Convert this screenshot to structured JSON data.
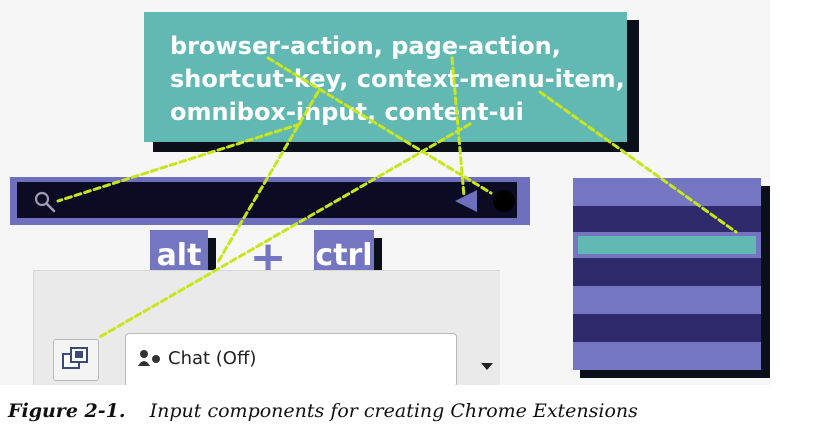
{
  "labels": {
    "line1": "browser-action, page-action,",
    "line2": "shortcut-key, context-menu-item,",
    "line3": "omnibox-input, content-ui"
  },
  "keys": {
    "alt": "alt",
    "plus": "+",
    "ctrl": "ctrl"
  },
  "content_ui": {
    "chat_label": "Chat (Off)"
  },
  "caption": {
    "label": "Figure 2-1.",
    "text": "Input components for creating Chrome Extensions"
  },
  "colors": {
    "teal": "#62b9b4",
    "periwinkle": "#7476c1",
    "navy": "#2e2a6b",
    "pointer": "#c8e619"
  },
  "icons": {
    "search": "search-icon",
    "page_action": "triangle-left-icon",
    "browser_action": "circle-icon",
    "chat_person": "person-icon",
    "panel_button": "window-icon",
    "dropdown": "chevron-down-icon"
  }
}
